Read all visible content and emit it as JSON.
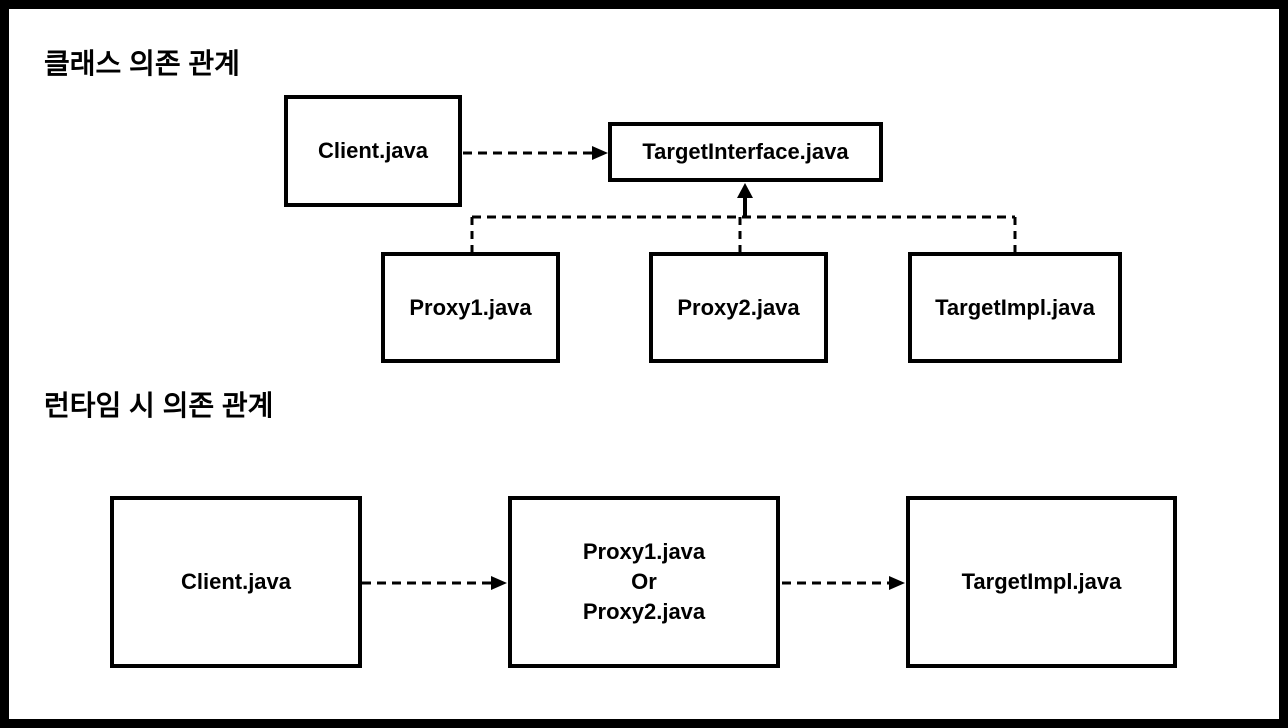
{
  "page": {
    "background_color": "#ffffff",
    "line_color": "#000000"
  },
  "sections": {
    "class_dependency": {
      "title": "클래스 의존 관계",
      "nodes": {
        "client": "Client.java",
        "target_interface": "TargetInterface.java",
        "proxy1": "Proxy1.java",
        "proxy2": "Proxy2.java",
        "target_impl": "TargetImpl.java"
      },
      "edges": [
        "Client.java --dashed--> TargetInterface.java",
        "Proxy1.java --dashed--> TargetInterface.java",
        "Proxy2.java --dashed--> TargetInterface.java",
        "TargetImpl.java --dashed--> TargetInterface.java"
      ]
    },
    "runtime_dependency": {
      "title": "런타임 시 의존 관계",
      "nodes": {
        "client": "Client.java",
        "proxy_or_line1": "Proxy1.java",
        "proxy_or_line2": "Or",
        "proxy_or_line3": "Proxy2.java",
        "target_impl": "TargetImpl.java"
      },
      "edges": [
        "Client.java --dashed--> Proxy1.java Or Proxy2.java",
        "Proxy1.java Or Proxy2.java --dashed--> TargetImpl.java"
      ]
    }
  }
}
